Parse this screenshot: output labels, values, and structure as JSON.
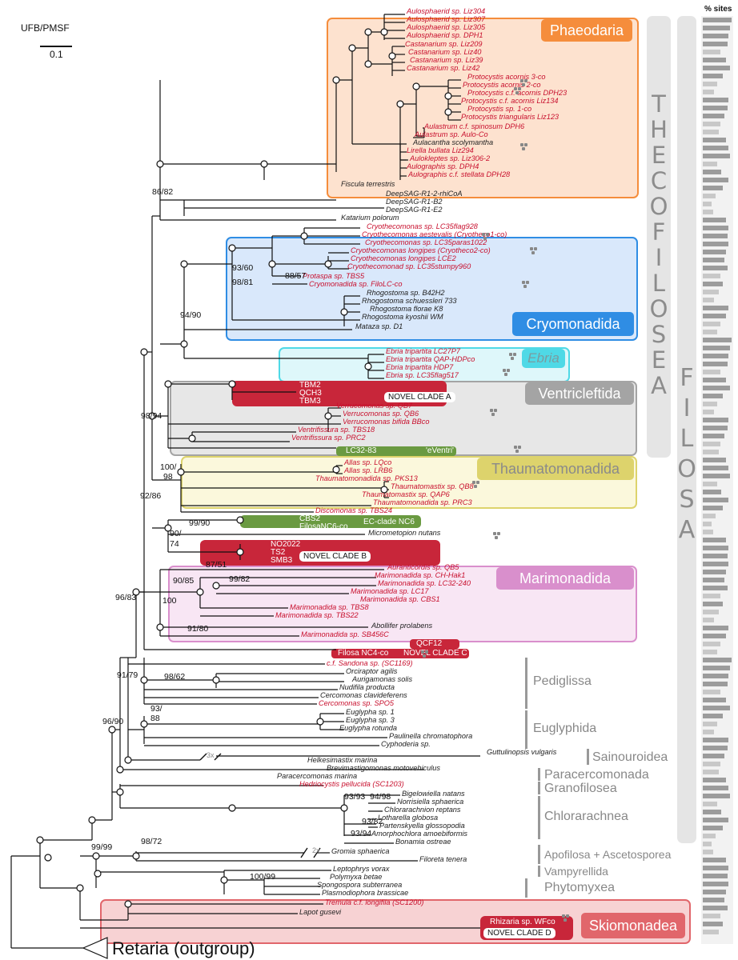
{
  "scale": {
    "title": "UFB/PMSF",
    "value": "0.1"
  },
  "sites_header": "% sites",
  "outgroup_label": "Retaria (outgroup)",
  "side_labels": {
    "thecofilosea": [
      "T",
      "H",
      "E",
      "C",
      "O",
      "F",
      "I",
      "L",
      "O",
      "S",
      "E",
      "A"
    ],
    "filosa": [
      "F",
      "I",
      "L",
      "O",
      "S",
      "A"
    ]
  },
  "clade_headers": {
    "phaeodaria": "Phaeodaria",
    "cryomonadida": "Cryomonadida",
    "ebria": "Ebria",
    "ventricleftida": "Ventricleftida",
    "thaumatomonadida": "Thaumatomonadida",
    "marimonadida": "Marimonadida",
    "skiomonadea": "Skiomonadea"
  },
  "novel_clades": {
    "a": "NOVEL CLADE A",
    "b": "NOVEL CLADE B",
    "c": "NOVEL CLADE C",
    "d": "NOVEL CLADE D"
  },
  "pill_labels": {
    "tbm2": "TBM2",
    "qch3": "QCH3",
    "tbm3": "TBM3",
    "lc32_83": "LC32-83",
    "eventri": "'eVentri'",
    "cbs2": "CBS2",
    "filosanc6": "FilosaNC6-co",
    "ec_nc6": "EC-clade NC6",
    "no2022": "NO2022",
    "ts2": "TS2",
    "smb3": "SMB3",
    "qcf12": "QCF12",
    "filosanc4": "Filosa NC4-co",
    "rhizaria_wfco": "Rhizaria sp. WFco"
  },
  "groups": [
    "Pediglissa",
    "Euglyphida",
    "Sainouroidea",
    "Paracercomonada",
    "Granofilosea",
    "Chlorarachnea",
    "Apofilosa + Ascetosporea",
    "Vampyrellida",
    "Phytomyxea"
  ],
  "ellipsis": [
    "3x",
    "2x"
  ],
  "supports": [
    "86/82",
    "93/60",
    "98/81",
    "88/57",
    "94/90",
    "98/94",
    "100/",
    "98",
    "92/86",
    "99/90",
    "90/",
    "74",
    "87/51",
    "99/82",
    "90/85",
    "100",
    "91/80",
    "96/83",
    "91/79",
    "98/62",
    "93/",
    "88",
    "96/90",
    "93/93",
    "94/98",
    "93/82",
    "93/94",
    "99/99",
    "98/72",
    "100/99"
  ],
  "taxa": [
    "Aulosphaerid sp. Liz304",
    "Aulosphaerid sp. Liz307",
    "Aulosphaerid sp. Liz305",
    "Aulosphaerid sp. DPH1",
    "Castanarium sp. Liz209",
    "Castanarium sp. Liz40",
    "Castanarium sp. Liz39",
    "Castanarium sp. Liz42",
    "Protocystis acornis 3-co",
    "Protocystis acornis 2-co",
    "Protocystis c.f. acornis DPH23",
    "Protocystis c.f. acornis Liz134",
    "Protocystis sp. 1-co",
    "Protocystis triangularis Liz123",
    "Aulastrum c.f. spinosum DPH6",
    "Aulastrum sp. Aulo-Co",
    "Aulacantha scolymantha",
    "Lirella bullata Liz294",
    "Aulokleptes sp. Liz306-2",
    "Aulographis sp. DPH4",
    "Aulographis c.f. stellata DPH28",
    "Fiscula terrestris",
    "DeepSAG-R1-2-rhiCoA",
    "DeepSAG-R1-B2",
    "DeepSAG-R1-E2",
    "Katarium polorum",
    "Cryothecomonas sp. LC35flag928",
    "Cryothecomonas aestevalis (Cryotheco1-co)",
    "Cryothecomonas sp. LC35paras1022",
    "Cryothecomonas longipes (Cryotheco2-co)",
    "Cryothecomonas longipes LCE2",
    "Cryothecomonad sp. LC35stumpy960",
    "Protaspa sp. TBS5",
    "Cryomonadida sp. FiloLC-co",
    "Rhogostoma sp. B42H2",
    "Rhogostoma schuessleri 733",
    "Rhogostoma florae K8",
    "Rhogostoma kyoshii WM",
    "Mataza sp. D1",
    "Ebria tripartita LC27P7",
    "Ebria tripartita QAP-HDPco",
    "Ebria tripartita HDP7",
    "Ebria sp. LC35flag517",
    "Verrucomonas sp. QB7",
    "Verrucomonas sp. QB6",
    "Verrucomonas bifida BBco",
    "Ventrifissura sp. TBS18",
    "Ventrifissura sp. PRC2",
    "Allas sp. LQco",
    "Allas sp. LRB6",
    "Thaumatomonadida sp. PKS13",
    "Thaumatomastix sp. QB8",
    "Thaumatomastix sp. QAP6",
    "Thaumatomonadida sp. PRC3",
    "Discomonas sp. TBS24",
    "Micrometopion nutans",
    "Auranticordis sp. QB5",
    "Marimonadida sp. CH-Hak1",
    "Marimonadida sp. LC32-240",
    "Marimonadida sp. LC17",
    "Marimonadida sp. CBS1",
    "Marimonadida sp. TBS8",
    "Marimonadida sp. TBS22",
    "Abollifer prolabens",
    "Marimonadida sp. SB456C",
    "c.f. Sandona sp. (SC1169)",
    "Orciraptor agilis",
    "Aurigamonas solis",
    "Nudifila producta",
    "Cercomonas clavideferens",
    "Cercomonas sp. SPO5",
    "Euglypha sp. 1",
    "Euglypha sp. 3",
    "Euglypha rotunda",
    "Paulinella chromatophora",
    "Cyphoderia sp.",
    "Guttulinopsis vulgaris",
    "Helkesimastix marina",
    "Brevimastigomonas motovehiculus",
    "Paracercomonas marina",
    "Hedriocystis pellucida (SC1203)",
    "Bigelowiella natans",
    "Norrisiella sphaerica",
    "Chlorarachnion reptans",
    "Lotharella globosa",
    "Partenskyella glossopodia",
    "Amorphochlora amoebiformis",
    "Bonamia ostreae",
    "Gromia sphaerica",
    "Filoreta tenera",
    "Leptophrys vorax",
    "Polymyxa betae",
    "Spongospora subterranea",
    "Plasmodiophora brassicae",
    "Tremula c.f. longifila (SC1200)",
    "Lapot gusevi"
  ],
  "colors": {
    "phaeodaria": "#f58d3c",
    "cryomonadida": "#2f8de4",
    "ebria": "#4fd9e6",
    "ventricleftida": "#a4a4a4",
    "thaumatomonadida": "#ddd36c",
    "marimonadida": "#d98fcc",
    "skiomonadea": "#e1666b",
    "novel": "#c8263a",
    "green": "#6a9a41",
    "label_red": "#c8102e"
  }
}
